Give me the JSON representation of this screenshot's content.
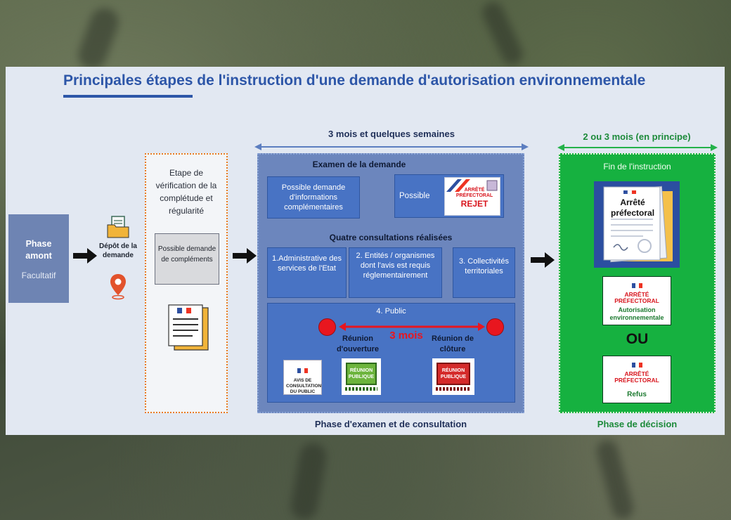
{
  "title": "Principales étapes de l'instruction d'une demande d'autorisation environnementale",
  "phase_amont": {
    "title": "Phase amont",
    "subtitle": "Facultatif"
  },
  "depot": {
    "label": "Dépôt de la demande"
  },
  "verification": {
    "text": "Etape de vérification de la complétude et régularité",
    "box": "Possible demande de compléments"
  },
  "examen": {
    "duration": "3 mois et quelques semaines",
    "title": "Examen de la demande",
    "infos": "Possible demande d'informations complémentaires",
    "possible": "Possible",
    "rejet_card": {
      "line1": "ARRÊTÉ",
      "line2": "PRÉFECTORAL",
      "line3": "REJET"
    },
    "consultations_title": "Quatre consultations réalisées",
    "consultations": [
      "1.Administrative des services de l'Etat",
      "2. Entités / organismes dont l'avis est requis réglementairement",
      "3. Collectivités territoriales"
    ],
    "public": {
      "label": "4. Public",
      "duration": "3 mois",
      "ouverture": "Réunion d'ouverture",
      "cloture": "Réunion de clôture",
      "avis_card": "AVIS DE CONSULTATION DU PUBLIC",
      "reunion_badge": "RÉUNION PUBLIQUE"
    },
    "phase_label": "Phase d'examen et de consultation"
  },
  "decision": {
    "duration": "2 ou 3 mois (en principe)",
    "fin": "Fin de l'instruction",
    "doc_title": "Arrêté préfectoral",
    "card1": {
      "head1": "ARRÊTÉ",
      "head2": "PRÉFECTORAL",
      "sub": "Autorisation environnementale"
    },
    "or": "OU",
    "card2": {
      "head1": "ARRÊTÉ",
      "head2": "PRÉFECTORAL",
      "sub": "Refus"
    },
    "phase_label": "Phase de décision"
  },
  "colors": {
    "accent": "#2d56a8",
    "green": "#16b140",
    "orange": "#e87b22",
    "red": "#e8161f"
  }
}
